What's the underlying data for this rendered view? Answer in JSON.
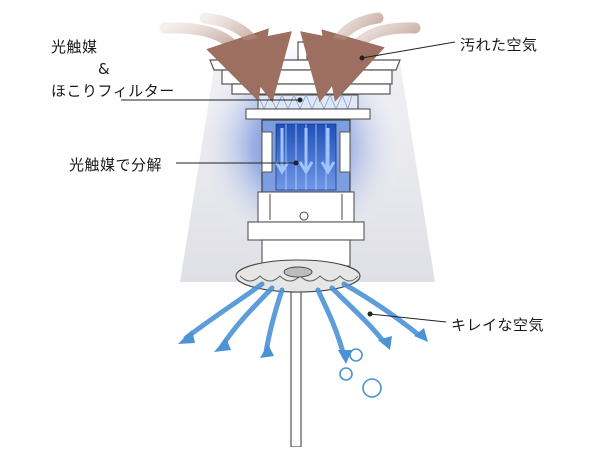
{
  "labels": {
    "photocatalyst": "光触媒",
    "ampersand": "&",
    "dust_filter": "ほこりフィルター",
    "decompose": "光触媒で分解",
    "dirty_air": "汚れた空気",
    "clean_air": "キレイな空気"
  },
  "colors": {
    "dirty_air_arrows": "#a67c6f",
    "clean_air_arrows": "#4c93d3",
    "light_cone": "#e9eaee",
    "glow": "#3a64c8",
    "leader_lines": "#222222"
  }
}
